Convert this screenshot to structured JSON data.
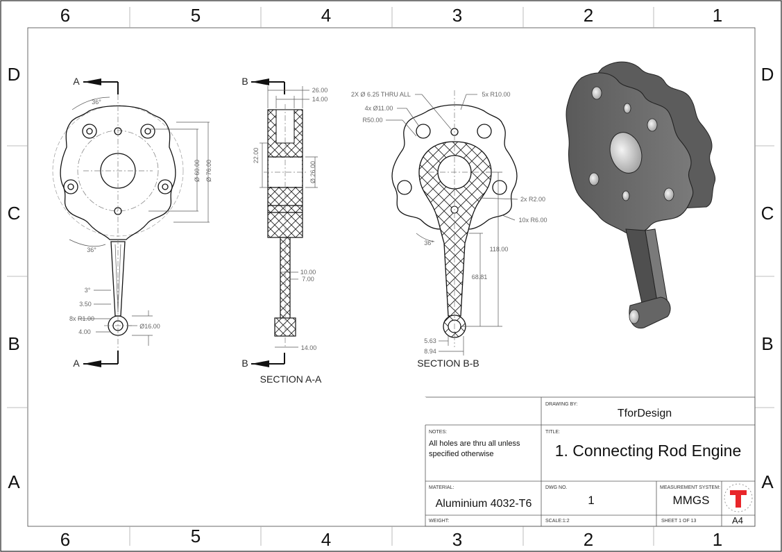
{
  "zones": {
    "columns": [
      "6",
      "5",
      "4",
      "3",
      "2",
      "1"
    ],
    "rows": [
      "D",
      "C",
      "B",
      "A"
    ]
  },
  "views": {
    "front": {
      "section_a_top": "A",
      "section_a_bottom": "A",
      "dims": {
        "ang_top": "36°",
        "ang_bottom": "36°",
        "dia_60": "Ø 60.00",
        "dia_76": "Ø 76.00",
        "ang_3": "3°",
        "d_3_50": "3.50",
        "r_8x": "8x R1.00",
        "d_4_00": "4.00",
        "dia_16": "Ø16.00"
      }
    },
    "section_aa": {
      "label_top": "B",
      "label_bottom": "B",
      "title": "SECTION A-A",
      "dims": {
        "d_26": "26.00",
        "d_14_top": "14.00",
        "d_22": "22.00",
        "dia_26": "Ø 26.00",
        "d_10": "10.00",
        "d_7": "7.00",
        "d_14_bottom": "14.00"
      }
    },
    "section_bb": {
      "title": "SECTION B-B",
      "dims": {
        "holes_625": "2X Ø 6.25 THRU ALL",
        "holes_11": "4x Ø11.00",
        "r_50": "R50.00",
        "r_10": "5x R10.00",
        "r_2": "2x R2.00",
        "r_6": "10x R6.00",
        "ang_36": "36°",
        "d_118": "118.00",
        "d_68": "68.81",
        "d_5_63": "5.63",
        "d_8_94": "8.94"
      }
    }
  },
  "title_block": {
    "drawing_by_label": "DRAWING BY:",
    "drawing_by": "TforDesign",
    "notes_label": "NOTES:",
    "notes_line1": "All holes are thru all unless",
    "notes_line2": "specified otherwise",
    "title_label": "TITLE:",
    "title": "1. Connecting Rod Engine",
    "material_label": "MATERIAL:",
    "material": "Aluminium 4032-T6",
    "dwg_no_label": "DWG NO.",
    "dwg_no": "1",
    "measurement_label": "MEASUREMENT SYSTEM:",
    "measurement": "MMGS",
    "weight_label": "WEIGHT:",
    "scale": "SCALE:1:2",
    "sheet": "SHEET 1 OF 13",
    "size": "A4",
    "logo_letter": "T"
  },
  "colors": {
    "logo_red": "#e8262a",
    "model_grey": "#6b6b6b"
  }
}
